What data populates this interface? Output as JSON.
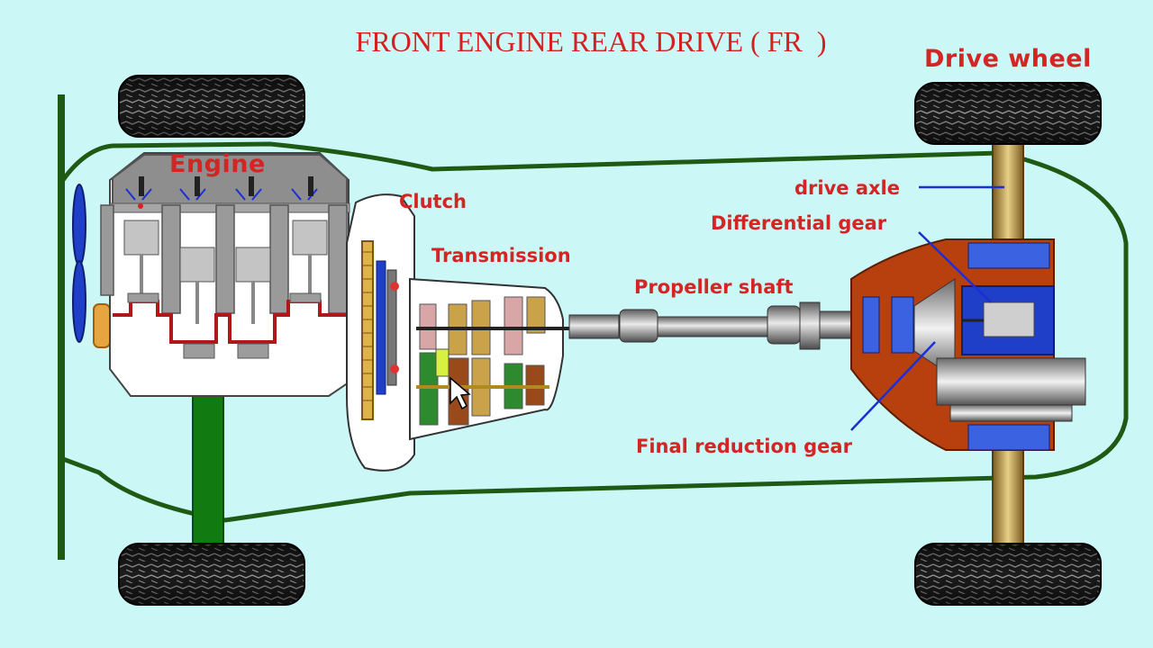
{
  "title": "FRONT ENGINE REAR DRIVE ( FR  )",
  "labels": {
    "drive_wheel": "Drive wheel",
    "engine": "Engine",
    "clutch": "Clutch",
    "transmission": "Transmission",
    "propeller_shaft": "Propeller shaft",
    "drive_axle": "drive axle",
    "differential_gear": "Differential gear",
    "final_reduction_gear": "Final reduction gear"
  },
  "colors": {
    "background": "#ccf7f7",
    "chassis_outline": "#1f5a14",
    "label_text": "#d42424",
    "leader_line": "#1b2fd6",
    "engine_block": "#8e8e8e",
    "differential_housing": "#b8400f"
  }
}
